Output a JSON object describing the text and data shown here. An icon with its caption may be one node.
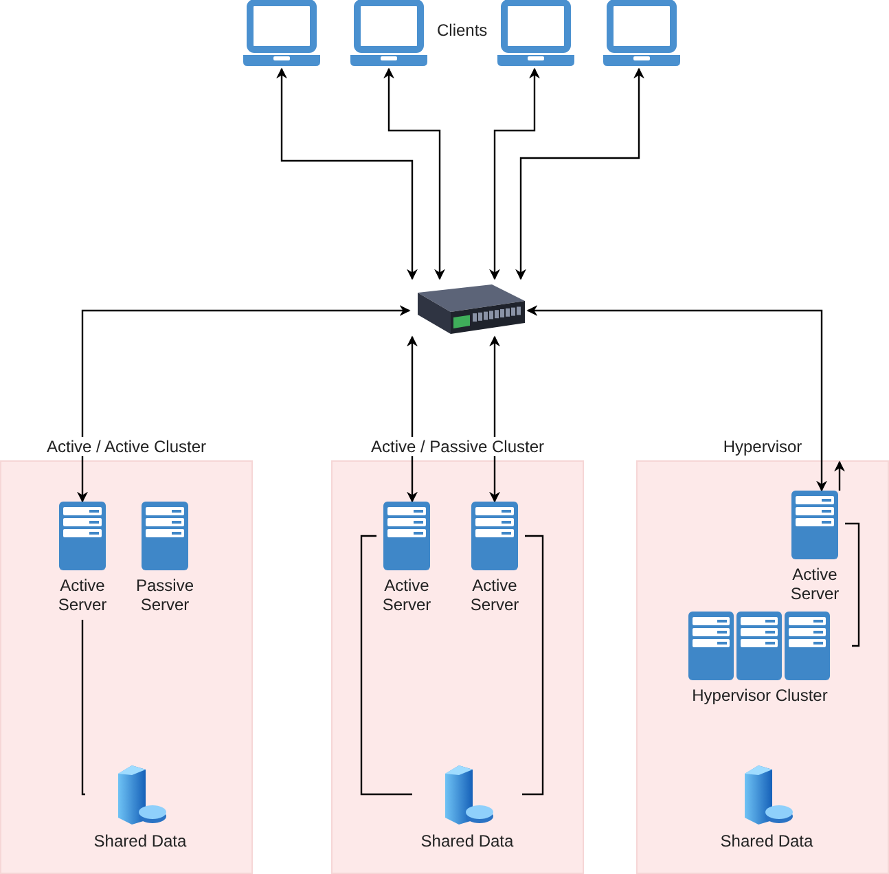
{
  "diagram": {
    "nodes": [
      {
        "text": [],
        "shape": "laptop"
      },
      {
        "text": [],
        "shape": "laptop"
      },
      {
        "text": [],
        "shape": "laptop"
      },
      {
        "text": [],
        "shape": "laptop"
      },
      {
        "text": [],
        "shape": "switch"
      },
      {
        "text": [
          "Active / Active Cluster"
        ]
      },
      {
        "text": [
          "Active Server"
        ],
        "in": 5
      },
      {
        "text": [
          "Passive Server"
        ],
        "in": 5
      },
      {
        "text": [
          "Shared Data"
        ],
        "in": 5
      },
      {
        "text": [
          "Active / Passive Cluster"
        ]
      },
      {
        "text": [
          "Active Server"
        ],
        "in": 9
      },
      {
        "text": [
          "Active Server"
        ],
        "in": 9
      },
      {
        "text": [
          "Shared Data"
        ],
        "in": 9
      },
      {
        "text": [
          "Hypervisor"
        ]
      },
      {
        "text": [
          "Active Server"
        ],
        "in": 13
      },
      {
        "text": [
          "Hypervisor Cluster"
        ],
        "in": 13
      },
      {
        "text": [
          "Shared Data"
        ],
        "in": 13
      }
    ],
    "edges": [
      {
        "from": 0,
        "to": 4,
        "arrow": "both"
      },
      {
        "from": 1,
        "to": 4,
        "arrow": "both"
      },
      {
        "from": 2,
        "to": 4,
        "arrow": "both"
      },
      {
        "from": 3,
        "to": 4,
        "arrow": "both"
      },
      {
        "from": 4,
        "to": 6,
        "arrow": "both"
      },
      {
        "from": 4,
        "to": 10,
        "arrow": "both"
      },
      {
        "from": 4,
        "to": 11,
        "arrow": "both"
      },
      {
        "from": 4,
        "to": 14,
        "arrow": "both"
      },
      {
        "from": 14,
        "to": null,
        "arrow": "to"
      },
      {
        "from": 6,
        "to": 8,
        "arrow": "none"
      },
      {
        "from": 10,
        "to": 12,
        "arrow": "none"
      },
      {
        "from": 11,
        "to": 12,
        "arrow": "none"
      },
      {
        "from": 14,
        "to": 15,
        "arrow": "none"
      }
    ],
    "labels": [
      "Clients"
    ]
  }
}
